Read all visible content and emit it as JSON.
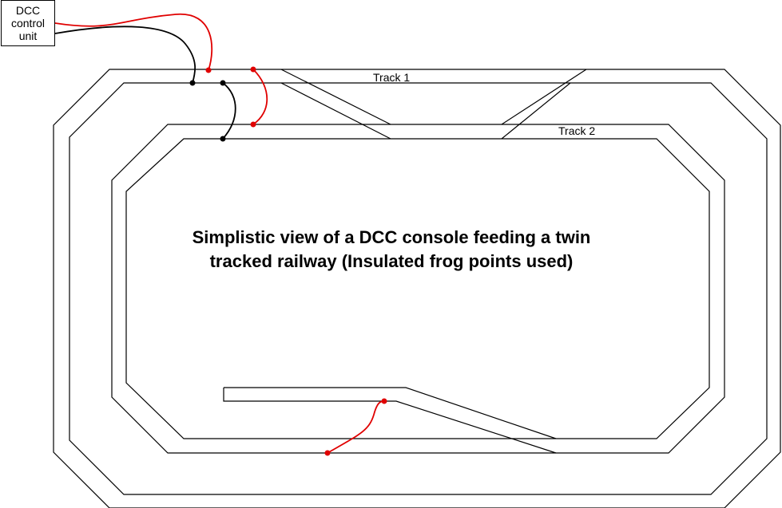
{
  "control_unit": {
    "lines": [
      "DCC",
      "control",
      "unit"
    ]
  },
  "track1_label": "Track 1",
  "track2_label": "Track 2",
  "title_lines": [
    "Simplistic view of a DCC console feeding a twin",
    "tracked railway (Insulated frog points used)"
  ],
  "colors": {
    "track": "#000000",
    "red_wire": "#e00000",
    "black_wire": "#000000"
  }
}
